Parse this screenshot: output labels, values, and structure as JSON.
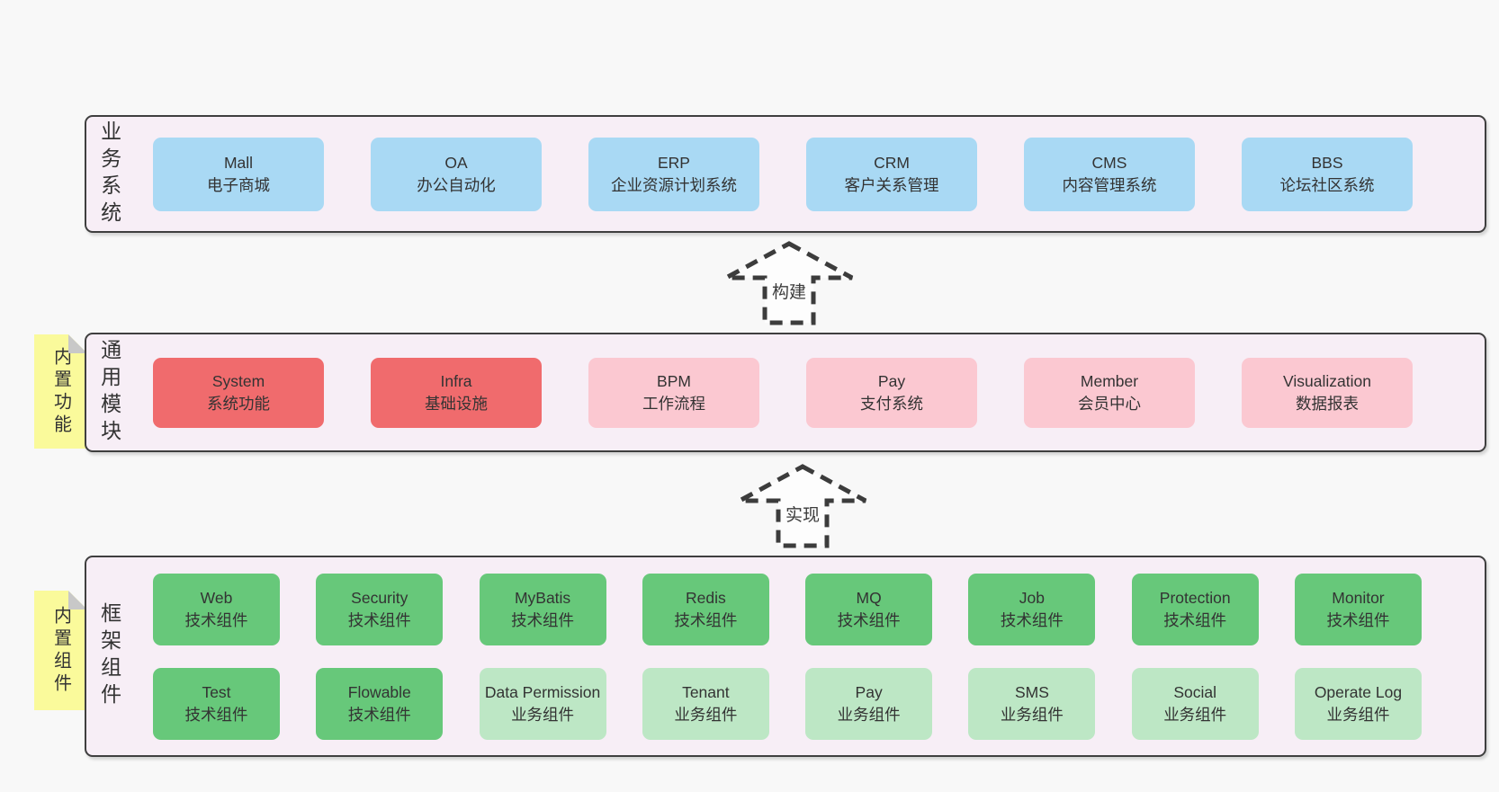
{
  "colors": {
    "page_bg": "#f8f8f8",
    "container_bg": "#f7eef6",
    "container_border": "#3f3f3f",
    "blue": "#a9d9f4",
    "red": "#f06b6d",
    "pink": "#fbc8d1",
    "green": "#67c87a",
    "green_light": "#bde7c5",
    "sticky_yellow": "#fafa9b",
    "sticky_fold": "#c8c8c8",
    "text": "#333333"
  },
  "sections": {
    "business": {
      "label": "业务系统",
      "boxes": [
        {
          "name": "Mall",
          "desc": "电子商城",
          "type": "blue"
        },
        {
          "name": "OA",
          "desc": "办公自动化",
          "type": "blue"
        },
        {
          "name": "ERP",
          "desc": "企业资源计划系统",
          "type": "blue"
        },
        {
          "name": "CRM",
          "desc": "客户关系管理",
          "type": "blue"
        },
        {
          "name": "CMS",
          "desc": "内容管理系统",
          "type": "blue"
        },
        {
          "name": "BBS",
          "desc": "论坛社区系统",
          "type": "blue"
        }
      ]
    },
    "modules": {
      "label": "通用模块",
      "sticky": "内置功能",
      "boxes": [
        {
          "name": "System",
          "desc": "系统功能",
          "type": "red"
        },
        {
          "name": "Infra",
          "desc": "基础设施",
          "type": "red"
        },
        {
          "name": "BPM",
          "desc": "工作流程",
          "type": "pink"
        },
        {
          "name": "Pay",
          "desc": "支付系统",
          "type": "pink"
        },
        {
          "name": "Member",
          "desc": "会员中心",
          "type": "pink"
        },
        {
          "name": "Visualization",
          "desc": "数据报表",
          "type": "pink"
        }
      ]
    },
    "components": {
      "label": "框架组件",
      "sticky": "内置组件",
      "rows": [
        [
          {
            "name": "Web",
            "desc": "技术组件",
            "type": "green"
          },
          {
            "name": "Security",
            "desc": "技术组件",
            "type": "green"
          },
          {
            "name": "MyBatis",
            "desc": "技术组件",
            "type": "green"
          },
          {
            "name": "Redis",
            "desc": "技术组件",
            "type": "green"
          },
          {
            "name": "MQ",
            "desc": "技术组件",
            "type": "green"
          },
          {
            "name": "Job",
            "desc": "技术组件",
            "type": "green"
          },
          {
            "name": "Protection",
            "desc": "技术组件",
            "type": "green"
          },
          {
            "name": "Monitor",
            "desc": "技术组件",
            "type": "green"
          }
        ],
        [
          {
            "name": "Test",
            "desc": "技术组件",
            "type": "green"
          },
          {
            "name": "Flowable",
            "desc": "技术组件",
            "type": "green"
          },
          {
            "name": "Data Permission",
            "desc": "业务组件",
            "type": "green_light"
          },
          {
            "name": "Tenant",
            "desc": "业务组件",
            "type": "green_light"
          },
          {
            "name": "Pay",
            "desc": "业务组件",
            "type": "green_light"
          },
          {
            "name": "SMS",
            "desc": "业务组件",
            "type": "green_light"
          },
          {
            "name": "Social",
            "desc": "业务组件",
            "type": "green_light"
          },
          {
            "name": "Operate Log",
            "desc": "业务组件",
            "type": "green_light"
          }
        ]
      ]
    }
  },
  "arrows": [
    {
      "label": "构建"
    },
    {
      "label": "实现"
    }
  ]
}
